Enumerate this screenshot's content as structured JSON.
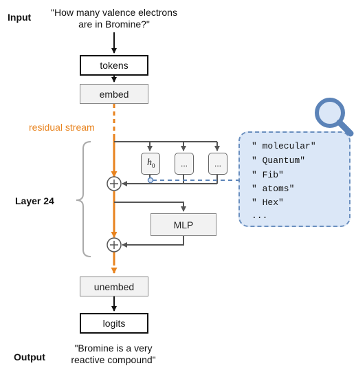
{
  "input": {
    "label": "Input",
    "text_line1": "\"How many valence electrons",
    "text_line2": "are in Bromine?\""
  },
  "boxes": {
    "tokens": "tokens",
    "embed": "embed",
    "unembed": "unembed",
    "logits": "logits",
    "mlp": "MLP"
  },
  "residual_stream_label": "residual stream",
  "layer_label": "Layer 24",
  "heads": {
    "h0_main": "h",
    "h0_sub": "0",
    "h_more_1": "...",
    "h_more_2": "..."
  },
  "probe_tokens": [
    "\" molecular\"",
    "\" Quantum\"",
    "\" Fib\"",
    "\" atoms\"",
    "\" Hex\"",
    "..."
  ],
  "output": {
    "label": "Output",
    "text_line1": "\"Bromine is a very",
    "text_line2": "reactive compound\""
  },
  "colors": {
    "residual": "#e8831e",
    "probe_border": "#6a8fbf",
    "probe_fill": "#dbe7f7",
    "magnifier": "#5b83b8"
  },
  "icons": [
    "magnifier-icon",
    "plus-icon"
  ]
}
